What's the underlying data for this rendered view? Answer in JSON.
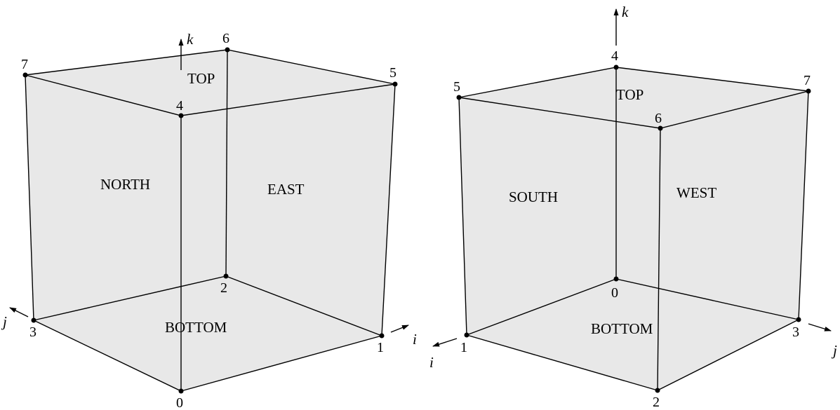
{
  "cubes": [
    {
      "faces": {
        "top": "TOP",
        "north": "NORTH",
        "east": "EAST",
        "bottom": "BOTTOM"
      },
      "vertices": [
        "0",
        "1",
        "2",
        "3",
        "4",
        "5",
        "6",
        "7"
      ],
      "axes": {
        "i": "i",
        "j": "j",
        "k": "k"
      }
    },
    {
      "faces": {
        "top": "TOP",
        "south": "SOUTH",
        "west": "WEST",
        "bottom": "BOTTOM"
      },
      "vertices": [
        "0",
        "1",
        "2",
        "3",
        "4",
        "5",
        "6",
        "7"
      ],
      "axes": {
        "i": "i",
        "j": "j",
        "k": "k"
      }
    }
  ],
  "colors": {
    "face_fill": "#e8e8e8",
    "edge": "#000000"
  }
}
